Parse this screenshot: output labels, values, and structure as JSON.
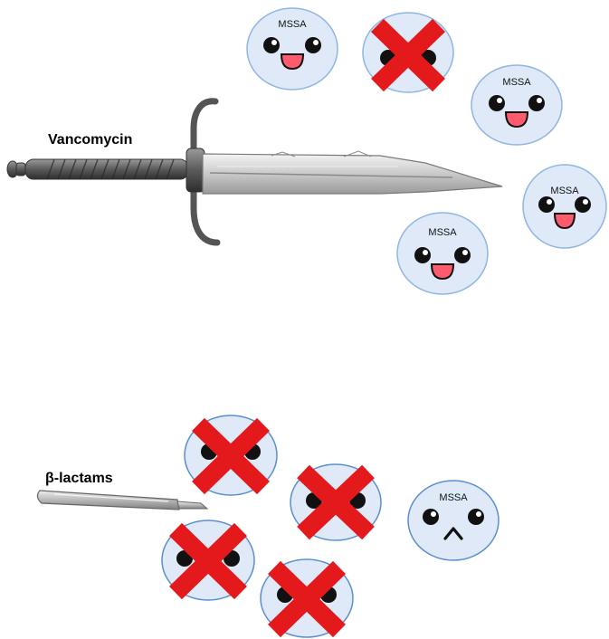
{
  "labels": {
    "top_weapon": "Vancomycin",
    "bottom_weapon": "β-lactams"
  },
  "bacteria_label": "MSSA",
  "colors": {
    "cell_fill": "#dfe9f7",
    "cell_stroke": "#8fb6e3",
    "cross": "#e3191c",
    "mouth": "#ff5a6e",
    "blade": "#d8d8d8",
    "handle": "#6b6b6b"
  },
  "icons": {
    "sword": "sword-icon",
    "scalpel": "scalpel-icon",
    "cross": "red-x-icon"
  }
}
